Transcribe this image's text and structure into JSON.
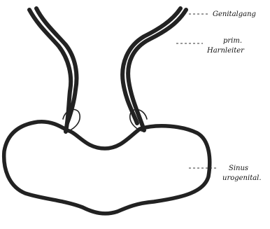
{
  "labels": {
    "genitalgang": "Genitalgang",
    "harnleiter_line1": "prim.",
    "harnleiter_line2": "Harnleiter",
    "sinus_line1": "Sinus",
    "sinus_line2": "urogenital."
  }
}
